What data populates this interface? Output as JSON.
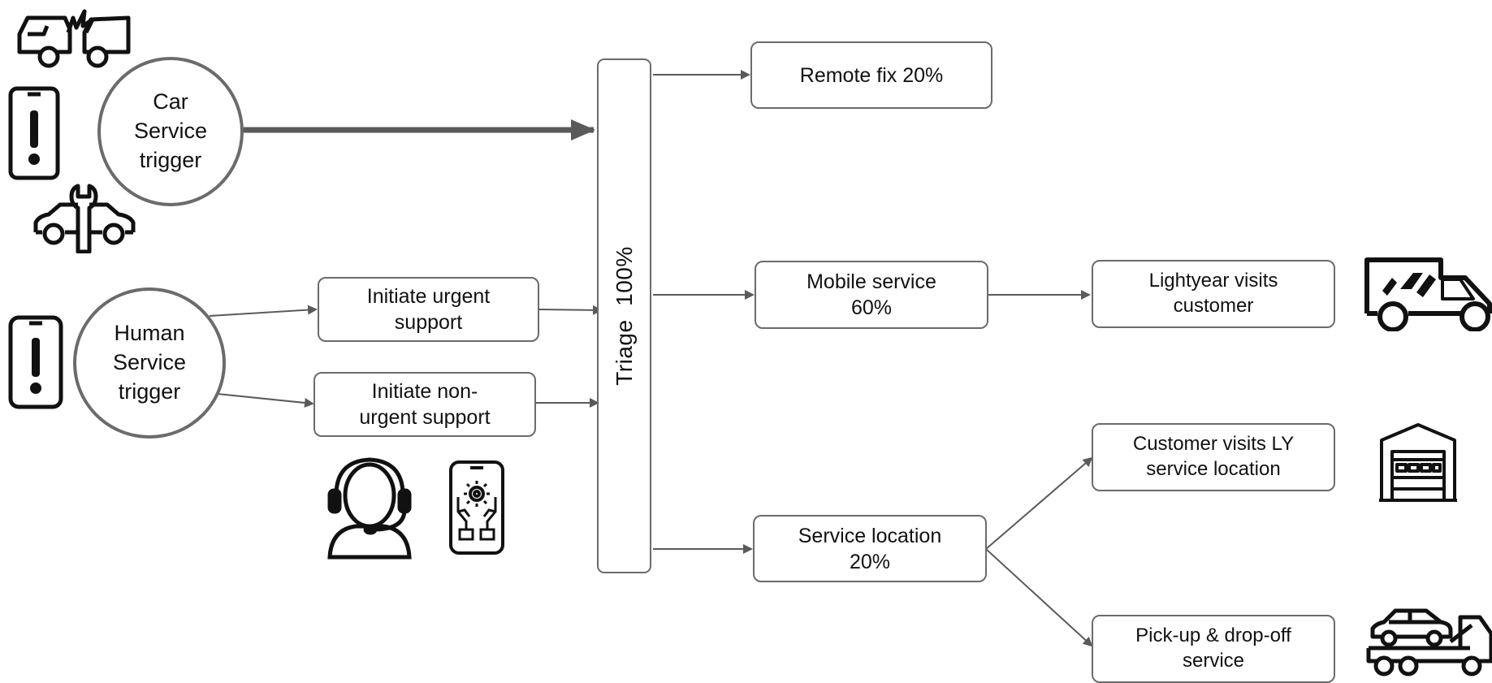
{
  "triggers": {
    "car": "Car\nService\ntrigger",
    "human": "Human\nService\ntrigger"
  },
  "support": {
    "urgent": "Initiate urgent\nsupport",
    "non_urgent": "Initiate non-\nurgent support"
  },
  "triage": {
    "label": "Triage",
    "percent": "100%"
  },
  "outcomes": {
    "remote": "Remote fix 20%",
    "mobile": "Mobile service\n60%",
    "location": "Service location\n20%"
  },
  "details": {
    "lightyear_visits": "Lightyear visits\ncustomer",
    "customer_visits": "Customer visits LY\nservice location",
    "pickup": "Pick-up & drop-off\nservice"
  },
  "icons": [
    "car-crash-icon",
    "phone-alert-icon",
    "car-repair-icon",
    "phone-alert-icon",
    "headset-agent-icon",
    "phone-service-icon",
    "delivery-van-icon",
    "garage-icon",
    "tow-truck-icon"
  ],
  "colors": {
    "stroke": "#6b6b6b",
    "text": "#111111",
    "background": "#ffffff"
  }
}
